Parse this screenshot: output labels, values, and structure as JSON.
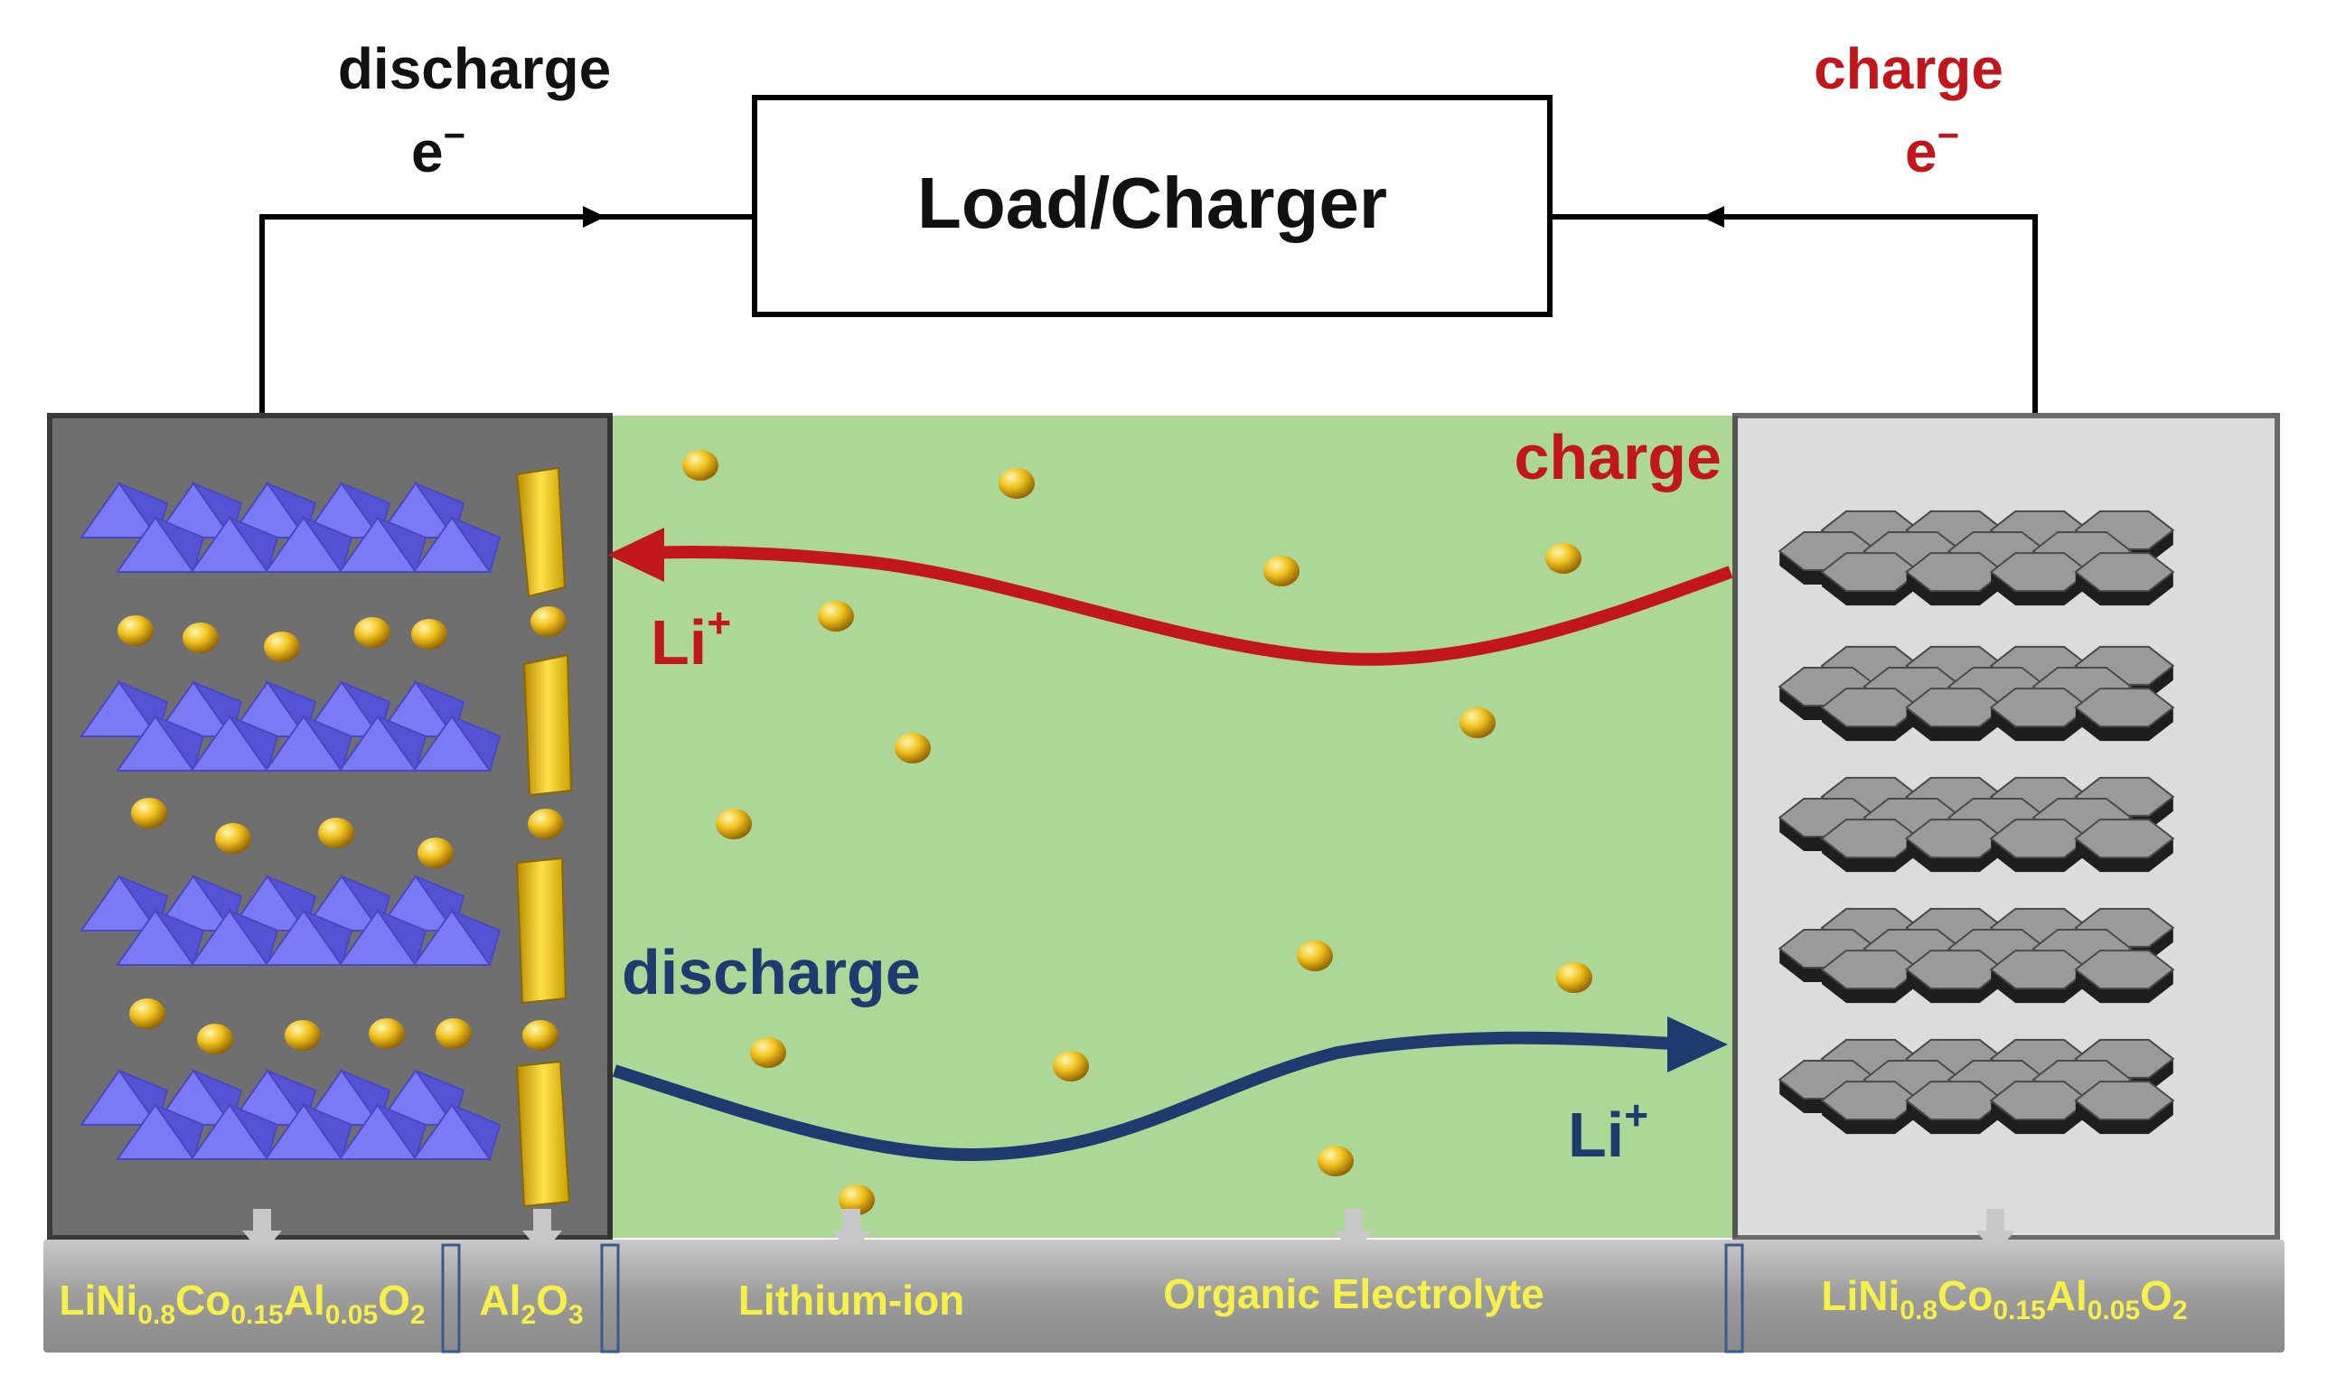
{
  "labels": {
    "discharge_top": "discharge",
    "discharge_top_electron": "e",
    "charge_top": "charge",
    "charge_top_electron": "e",
    "electron_superscript": "−",
    "load_box": "Load/Charger",
    "charge_arrow_label": "charge",
    "charge_ion_base": "Li",
    "charge_ion_sup": "+",
    "discharge_arrow_label": "discharge",
    "discharge_ion_base": "Li",
    "discharge_ion_sup": "+"
  },
  "bottom_bar": {
    "cathode": {
      "p1": "LiNi",
      "s1": "0.8",
      "p2": "Co",
      "s2": "0.15",
      "p3": "Al",
      "s3": "0.05",
      "p4": "O",
      "s4": "2"
    },
    "coating": {
      "p1": "Al",
      "s1": "2",
      "p2": "O",
      "s2": "3"
    },
    "ion": "Lithium-ion",
    "electrolyte": "Organic Electrolyte",
    "anode": {
      "p1": "LiNi",
      "s1": "0.8",
      "p2": "Co",
      "s2": "0.15",
      "p3": "Al",
      "s3": "0.05",
      "p4": "O",
      "s4": "2"
    }
  },
  "colors": {
    "charge": "#c0161c",
    "discharge": "#1f3a6e",
    "electrolyte": "#acd796",
    "cathode_bg": "#6f6f6f",
    "anode_bg": "#dcdcdc",
    "label_yellow": "#f5f04a",
    "crystal": "#6f6ef2",
    "particle": "#e6b41a"
  },
  "icons": {
    "cathode_layers": "octahedral-layer-icon",
    "coating_blocks": "alumina-coating-icon",
    "anode_sheets": "graphite-sheet-icon",
    "ions": "lithium-ion-sphere-icon"
  }
}
